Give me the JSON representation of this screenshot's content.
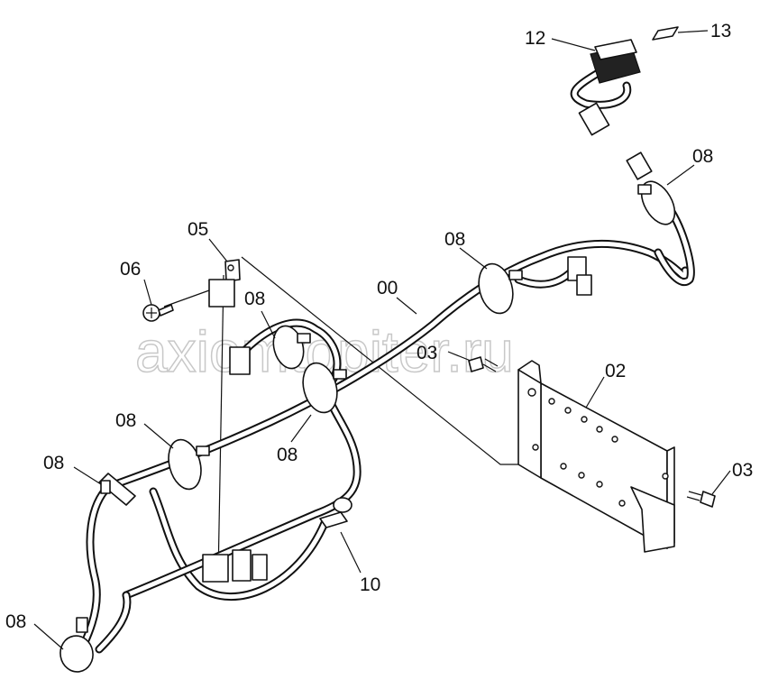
{
  "watermark": "axiomtopiter.ru",
  "labels": {
    "l00": "00",
    "l02": "02",
    "l03a": "03",
    "l03b": "03",
    "l05": "05",
    "l06": "06",
    "l08a": "08",
    "l08b": "08",
    "l08c": "08",
    "l08d": "08",
    "l08e": "08",
    "l08f": "08",
    "l08g": "08",
    "l10": "10",
    "l12": "12",
    "l13": "13"
  }
}
